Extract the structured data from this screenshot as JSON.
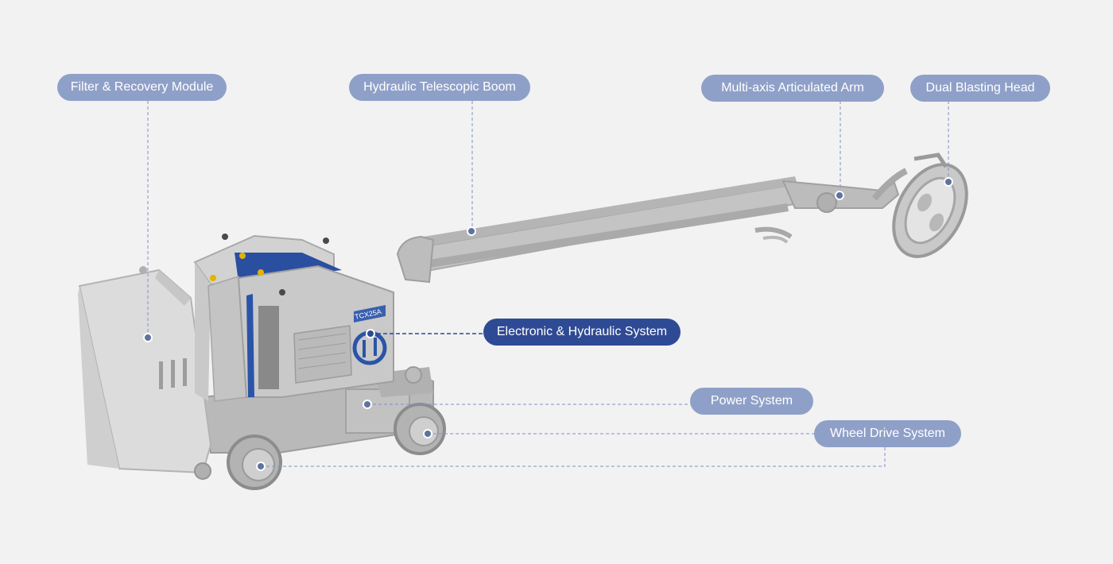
{
  "callouts": [
    {
      "id": "filter-recovery",
      "label": "Filter & Recovery Module",
      "active": false
    },
    {
      "id": "telescopic-boom",
      "label": "Hydraulic Telescopic Boom",
      "active": false
    },
    {
      "id": "articulated-arm",
      "label": "Multi-axis Articulated Arm",
      "active": false
    },
    {
      "id": "blasting-head",
      "label": "Dual Blasting Head",
      "active": false
    },
    {
      "id": "electronic-hydraulic",
      "label": "Electronic & Hydraulic System",
      "active": true
    },
    {
      "id": "power-system",
      "label": "Power System",
      "active": false
    },
    {
      "id": "wheel-drive",
      "label": "Wheel Drive System",
      "active": false
    }
  ],
  "machine": {
    "model_badge": "TCX25A"
  },
  "colors": {
    "background": "#f2f2f2",
    "callout_inactive": "#8fa0c8",
    "callout_active": "#2f4a94",
    "leader_line": "#7f93c4",
    "accent_blue": "#1f4fa8"
  }
}
